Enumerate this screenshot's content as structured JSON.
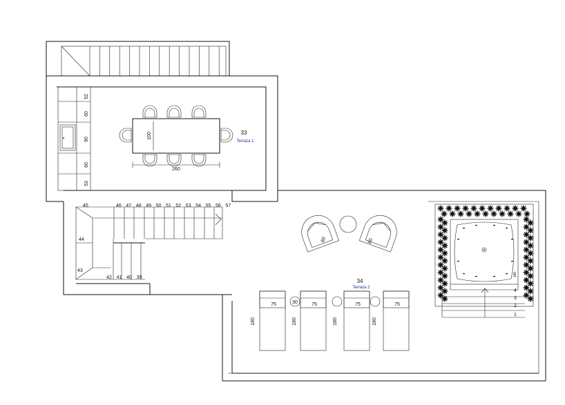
{
  "rooms": {
    "terrace1": {
      "number": "33",
      "name": "Terraza 1"
    },
    "terrace2": {
      "number": "34",
      "name": "Terraza 2"
    }
  },
  "kitchen_dims": [
    "52",
    "60",
    "90",
    "60",
    "53"
  ],
  "table": {
    "width": "260",
    "depth": "100"
  },
  "stair_upper_steps": [
    "45",
    "46",
    "47",
    "48",
    "49",
    "50",
    "51",
    "52",
    "53",
    "54",
    "55",
    "56",
    "57"
  ],
  "stair_lower_steps": [
    "42",
    "41",
    "40",
    "39"
  ],
  "stair_side_labels": [
    "44",
    "43"
  ],
  "lounge_chair_dims": [
    "80",
    "80"
  ],
  "sunbed_width": "75",
  "sunbed_length": "180",
  "side_table_dim": "30",
  "pool_steps": [
    "4",
    "3",
    "2",
    "1"
  ],
  "pool_dim": "180"
}
